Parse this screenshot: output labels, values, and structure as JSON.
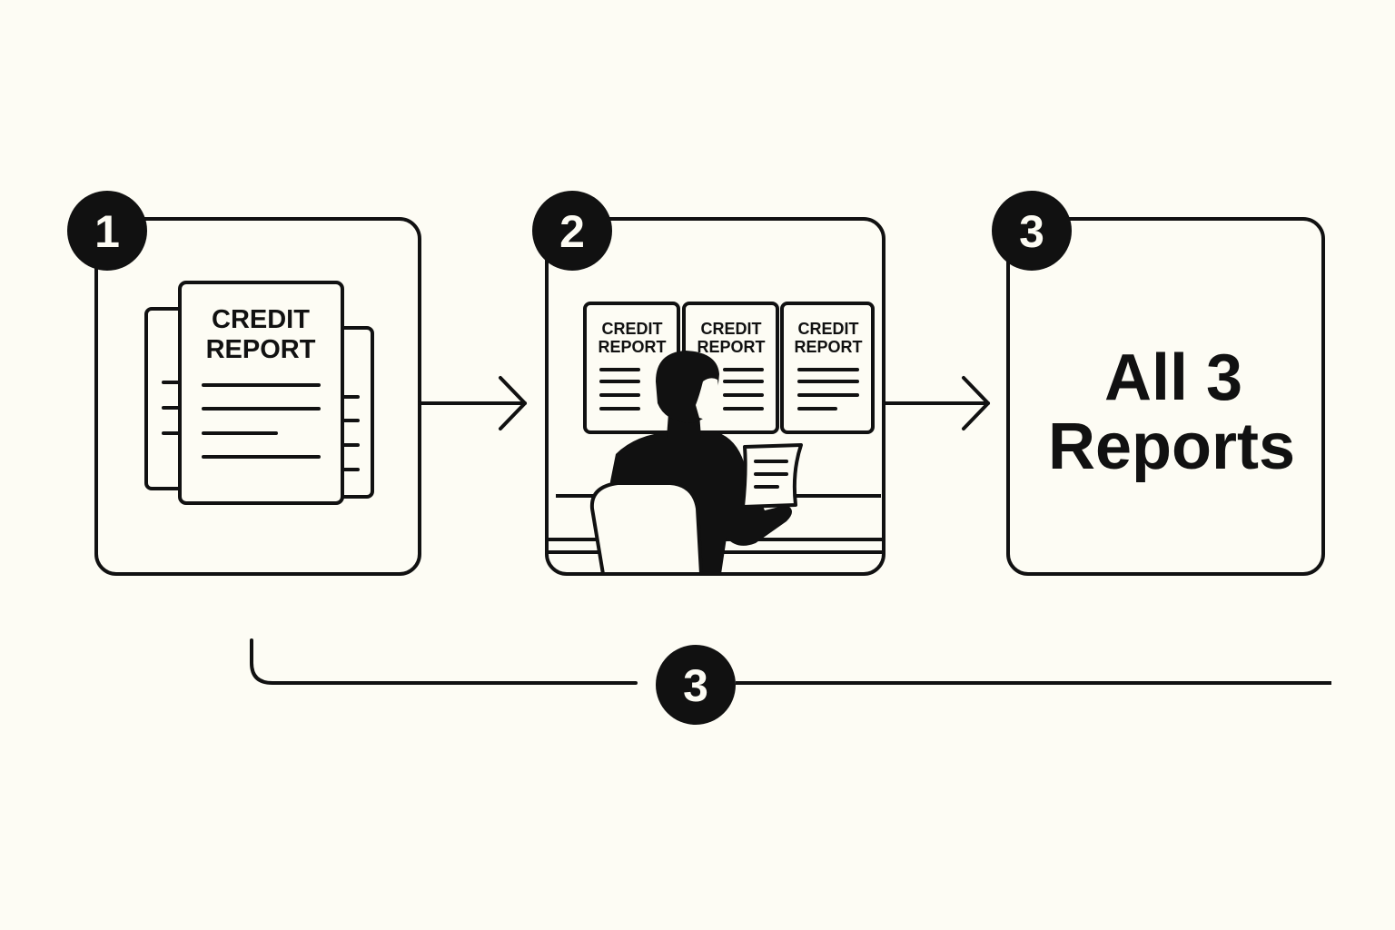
{
  "steps": [
    {
      "number": "1",
      "document": {
        "line1": "CREDIT",
        "line2": "REPORT"
      }
    },
    {
      "number": "2",
      "documents": [
        {
          "line1": "CREDIT",
          "line2": "REPORT"
        },
        {
          "line1": "CREDIT",
          "line2": "REPORT"
        },
        {
          "line1": "CREDIT",
          "line2": "REPORT"
        }
      ]
    },
    {
      "number": "3",
      "result": {
        "line1": "All 3",
        "line2": "Reports"
      }
    }
  ],
  "timeline": {
    "number": "3"
  },
  "colors": {
    "background": "#fdfcf4",
    "ink": "#111111"
  },
  "icons": [
    "credit-report-document-icon",
    "person-at-desk-icon",
    "arrow-right-icon"
  ]
}
